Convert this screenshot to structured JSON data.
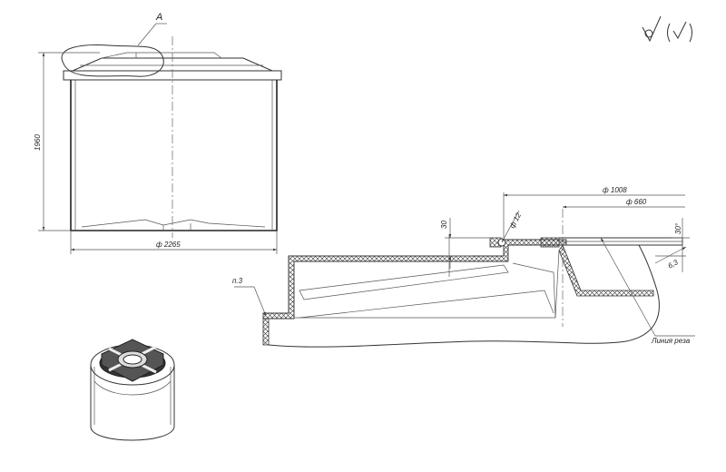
{
  "labels": {
    "detail_a": "А",
    "dim_height": "1960",
    "dim_diameter": "ф 2265",
    "dim_1008": "ф 1008",
    "dim_660": "ф 660",
    "dim_30": "30",
    "dim_12": "ф 12",
    "dim_30deg": "30°",
    "dim_63": "6,3",
    "note_p3": "п.3",
    "cut_line": "Линия реза"
  },
  "roughness_symbol": "roughness-check-icon"
}
